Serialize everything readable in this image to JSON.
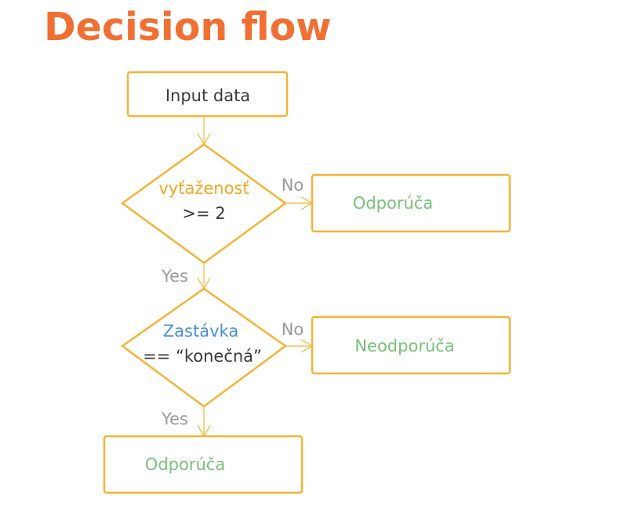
{
  "title": "Decision flow",
  "colors": {
    "title": "#f07033",
    "shape_stroke": "#f5b335",
    "text_dark": "#3a3a3a",
    "result_green": "#78c279",
    "variable_orange": "#f5a623",
    "variable_blue": "#4a90d9",
    "edge_label_gray": "#9a9a9a"
  },
  "nodes": {
    "input": {
      "label": "Input data"
    },
    "decision1": {
      "variable": "vyťaženosť",
      "condition": ">= 2"
    },
    "result_no1": {
      "label": "Odporúča"
    },
    "decision2": {
      "variable": "Zastávka",
      "condition": "== “konečná”"
    },
    "result_no2": {
      "label": "Neodporúča"
    },
    "result_yes2": {
      "label": "Odporúča"
    }
  },
  "edges": {
    "d1_no": "No",
    "d1_yes": "Yes",
    "d2_no": "No",
    "d2_yes": "Yes"
  }
}
